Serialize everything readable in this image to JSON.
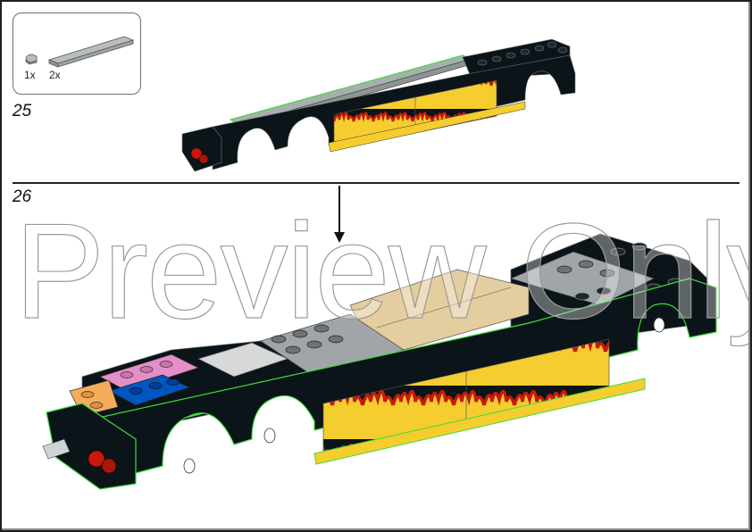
{
  "document": {
    "type": "LEGO building instructions page",
    "background_color": "#ffffff",
    "frame_color": "#1e1e1e"
  },
  "step25": {
    "number": "25",
    "parts_callout": {
      "parts": [
        {
          "name": "tile-round-1x1-quarter",
          "color": "#a0a5a9",
          "qty": "1x"
        },
        {
          "name": "tile-1x8",
          "color": "#a0a5a9",
          "qty": "2x"
        }
      ]
    },
    "model_colors": {
      "body": "#0b1418",
      "tile": "#a0a5a9",
      "flame_yellow": "#f5cd2f",
      "flame_red": "#c91a09",
      "highlight": "#3ddc3d"
    }
  },
  "step26": {
    "number": "26",
    "arrow": "down-arrow",
    "model_colors": {
      "body": "#0b1418",
      "plate_gray": "#a0a5a9",
      "tan": "#e4cd9e",
      "pink": "#e48fc8",
      "blue": "#0055bf",
      "orange": "#f6ac5a",
      "white": "#ffffff",
      "red": "#c91a09",
      "flame_yellow": "#f5cd2f",
      "highlight": "#3ddc3d"
    }
  },
  "watermark": {
    "text": "Preview Only"
  }
}
